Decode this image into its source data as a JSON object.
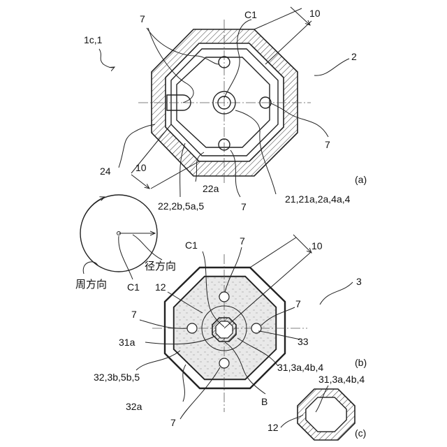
{
  "figure_a": {
    "panel": "(a)",
    "labels": {
      "device": "1c,1",
      "part2": "2",
      "c1": "C1",
      "dim10_top": "10",
      "hole_top": "7",
      "hole_right": "7",
      "hole_bottom": "7",
      "outer": "24",
      "dim10_bottom": "10",
      "inner_a": "22a",
      "inner_b": "22,2b,5a,5",
      "main": "21,21a,2a,4a,4"
    }
  },
  "legend": {
    "radial": "径方向",
    "circum": "周方向",
    "c1": "C1"
  },
  "figure_b": {
    "panel": "(b)",
    "labels": {
      "c1": "C1",
      "hole_top": "7",
      "dim10": "10",
      "part3": "3",
      "part12": "12",
      "hole_left": "7",
      "hole_right": "7",
      "center": "31a",
      "part33": "33",
      "part31": "31,3a,4b,4",
      "part32": "32,3b,5b,5",
      "part32a": "32a",
      "pointB": "B",
      "hole_bottom": "7"
    }
  },
  "figure_c": {
    "panel": "(c)",
    "labels": {
      "part31": "31,3a,4b,4",
      "part12": "12"
    }
  }
}
